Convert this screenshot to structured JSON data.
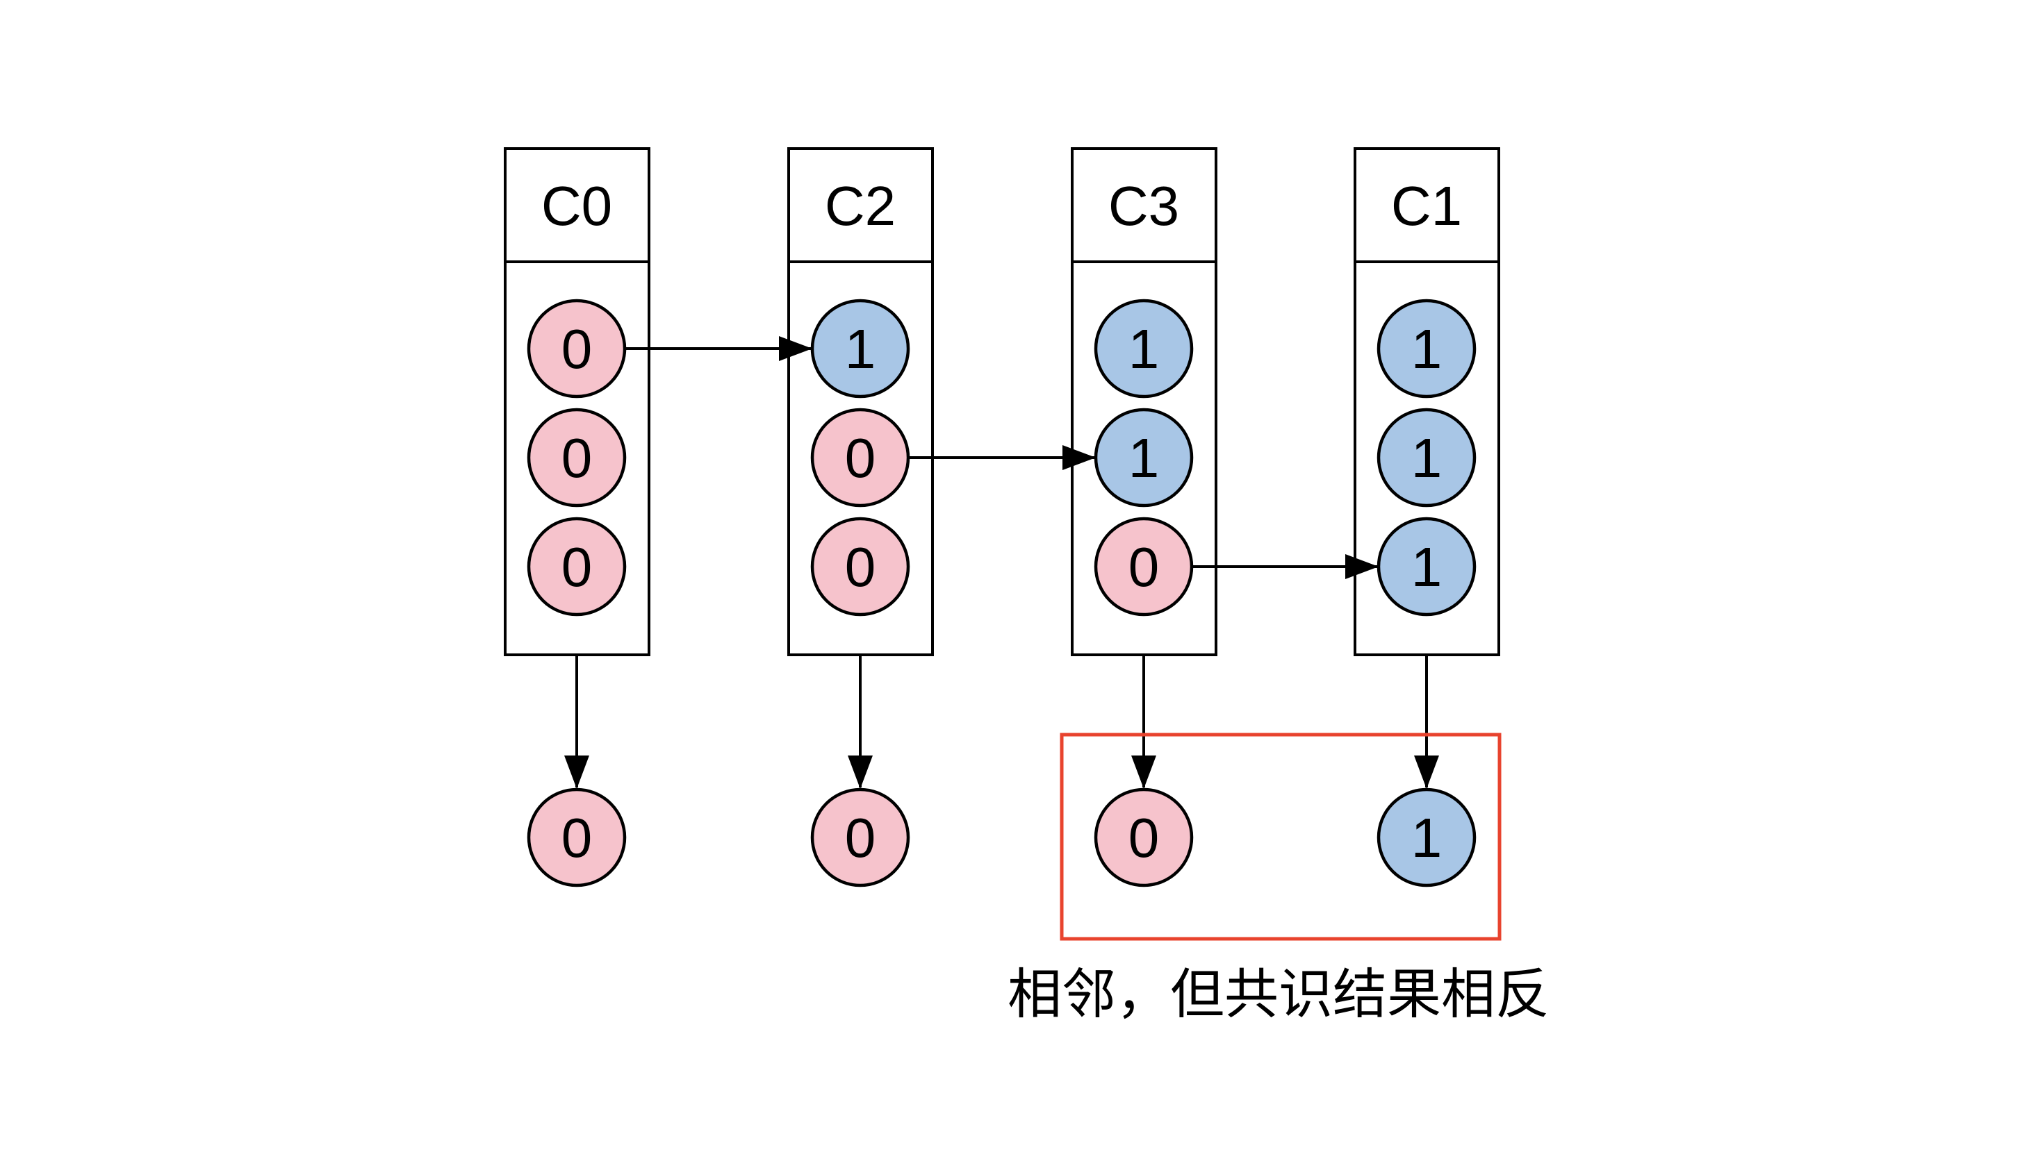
{
  "colors": {
    "zero_fill": "#f6c3cc",
    "one_fill": "#a8c6e6",
    "stroke": "#000000",
    "highlight_box": "#e8432e"
  },
  "columns": [
    {
      "label": "C0",
      "cells": [
        "0",
        "0",
        "0"
      ],
      "output": "0"
    },
    {
      "label": "C2",
      "cells": [
        "1",
        "0",
        "0"
      ],
      "output": "0"
    },
    {
      "label": "C3",
      "cells": [
        "1",
        "1",
        "0"
      ],
      "output": "0"
    },
    {
      "label": "C1",
      "cells": [
        "1",
        "1",
        "1"
      ],
      "output": "1"
    }
  ],
  "edges": [
    {
      "from": "C0.cell1",
      "to": "C2.cell1"
    },
    {
      "from": "C2.cell2",
      "to": "C3.cell2"
    },
    {
      "from": "C3.cell3",
      "to": "C1.cell3"
    },
    {
      "from": "C0",
      "to": "C0.output"
    },
    {
      "from": "C2",
      "to": "C2.output"
    },
    {
      "from": "C3",
      "to": "C3.output"
    },
    {
      "from": "C1",
      "to": "C1.output"
    }
  ],
  "caption": {
    "text": "相邻，但共识结果相反"
  }
}
